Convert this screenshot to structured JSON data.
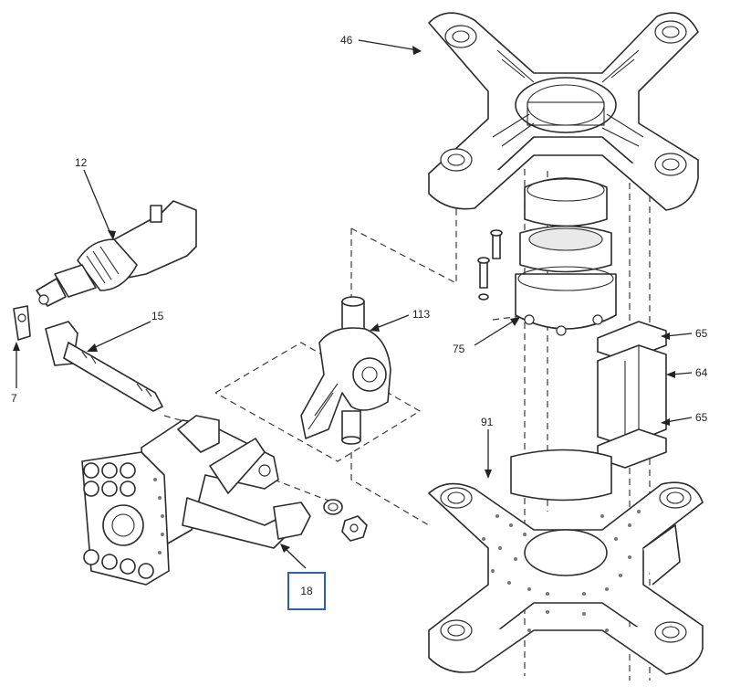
{
  "callouts": {
    "c46": "46",
    "c12": "12",
    "c15": "15",
    "c7": "7",
    "c113": "113",
    "c75": "75",
    "c65_top": "65",
    "c64": "64",
    "c65_bottom": "65",
    "c91": "91",
    "c18": "18"
  },
  "highlight": {
    "label": "18",
    "border_color": "#2f5fa6"
  }
}
